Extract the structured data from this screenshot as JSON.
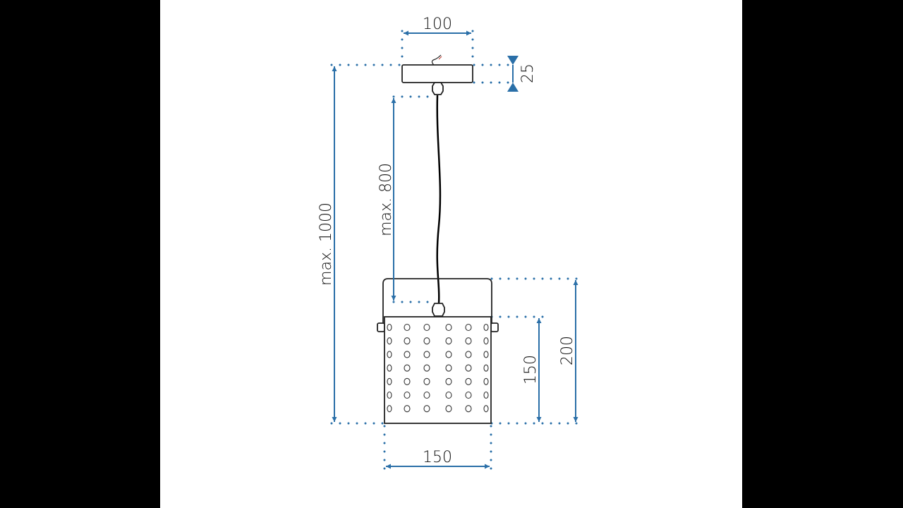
{
  "dimensions": {
    "canopy_width": "100",
    "canopy_height": "25",
    "total_height": "max. 1000",
    "cord_length": "max. 800",
    "shade_with_bracket_height": "200",
    "shade_height": "150",
    "shade_width": "150"
  },
  "shade_holes": {
    "rows": 7,
    "columns": 6
  },
  "colors": {
    "dimension": "#2a6fa8",
    "outline": "#222222",
    "background": "#ffffff",
    "letterbox": "#000000"
  }
}
